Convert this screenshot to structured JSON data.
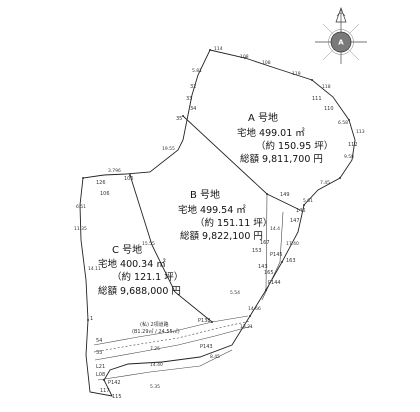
{
  "lots": [
    {
      "id": "A",
      "title": "A 号地",
      "area": "宅地 499.01 ㎡",
      "tsubo": "（約 150.95 坪）",
      "price": "総額 9,811,700 円"
    },
    {
      "id": "B",
      "title": "B 号地",
      "area": "宅地 499.54 ㎡",
      "tsubo": "（約 151.11 坪）",
      "price": "総額 9,822,100 円"
    },
    {
      "id": "C",
      "title": "C 号地",
      "area": "宅地 400.34 ㎡",
      "tsubo": "（約 121.1 坪）",
      "price": "総額 9,688,000 円"
    }
  ],
  "road_note": {
    "line1": "(私) 2項道路",
    "line2": "(B1.29㎡ / 24.55㎡)"
  },
  "compass": {
    "letter": "A",
    "icon": "north-arrow-icon"
  },
  "dimensions": {
    "d1": "114",
    "d2": "108",
    "d3": "108",
    "d4": "119",
    "d5": "118",
    "d6": "6.58",
    "d7": "113",
    "d8": "9.58",
    "d9": "7.45",
    "d10": "5.61",
    "d11": "5.81",
    "d12": "19.55",
    "d13": "3.796",
    "d14": "6.51",
    "d15": "11.35",
    "d16": "14.11",
    "d17": "15.55",
    "d18": "14.4",
    "d19": "17.40",
    "d20": "5.54",
    "d21": "14.66",
    "d22": "7.25",
    "d23": "14.40",
    "d24": "8.45",
    "d25": "5.35",
    "d26": "13.21"
  },
  "points": {
    "p1": "32",
    "p2": "33",
    "p3": "34",
    "p4": "35",
    "p5": "126",
    "p6": "106",
    "p7": "105",
    "p8": "P138",
    "p9": "P143",
    "p10": "P142",
    "p11": "P144",
    "p12": "P145",
    "p13": "147",
    "p14": "146",
    "p15": "111",
    "p16": "110",
    "p17": "53",
    "p18": "54",
    "p19": "L21",
    "p20": "L08",
    "p21": "143",
    "p22": "149",
    "p23": "153",
    "p24": "165",
    "p25": "163",
    "p26": "167",
    "p27": "112",
    "p28": "115",
    "p29": "117",
    "p30": "1"
  }
}
